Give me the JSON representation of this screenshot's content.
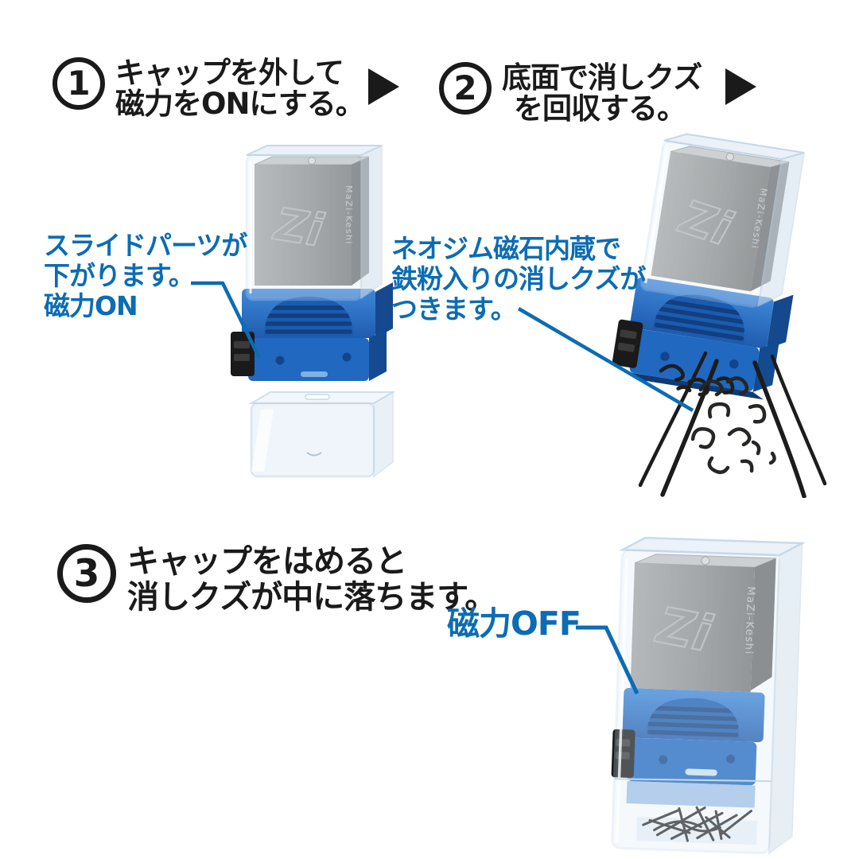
{
  "title": "magnetic eraser usage instructions",
  "colors": {
    "background": "#ffffff",
    "text_black": "#1a1a1a",
    "accent_blue": "#0c6cb4",
    "device_blue": "#2a72c6",
    "device_blue_dark": "#174f9e",
    "body_gray": "#8e8e8c",
    "clear_case_stroke": "#bcd2e6"
  },
  "steps": [
    {
      "number": "1",
      "lines": [
        "キャップを外して",
        "磁力をONにする。"
      ]
    },
    {
      "number": "2",
      "lines": [
        "底面で消しクズ",
        "を回収する。"
      ]
    },
    {
      "number": "3",
      "lines": [
        "キャップをはめると",
        "消しクズが中に落ちます。"
      ]
    }
  ],
  "annotations": {
    "slide": {
      "lines": [
        "スライドパーツが",
        "下がります。",
        "磁力ON"
      ]
    },
    "magnet": {
      "lines": [
        "ネオジム磁石内蔵で",
        "鉄粉入りの消しクズが",
        "つきます。"
      ]
    },
    "off": {
      "label": "磁力OFF"
    }
  },
  "product": {
    "logo": "Zi",
    "brand": "MaZi-Keshi"
  }
}
